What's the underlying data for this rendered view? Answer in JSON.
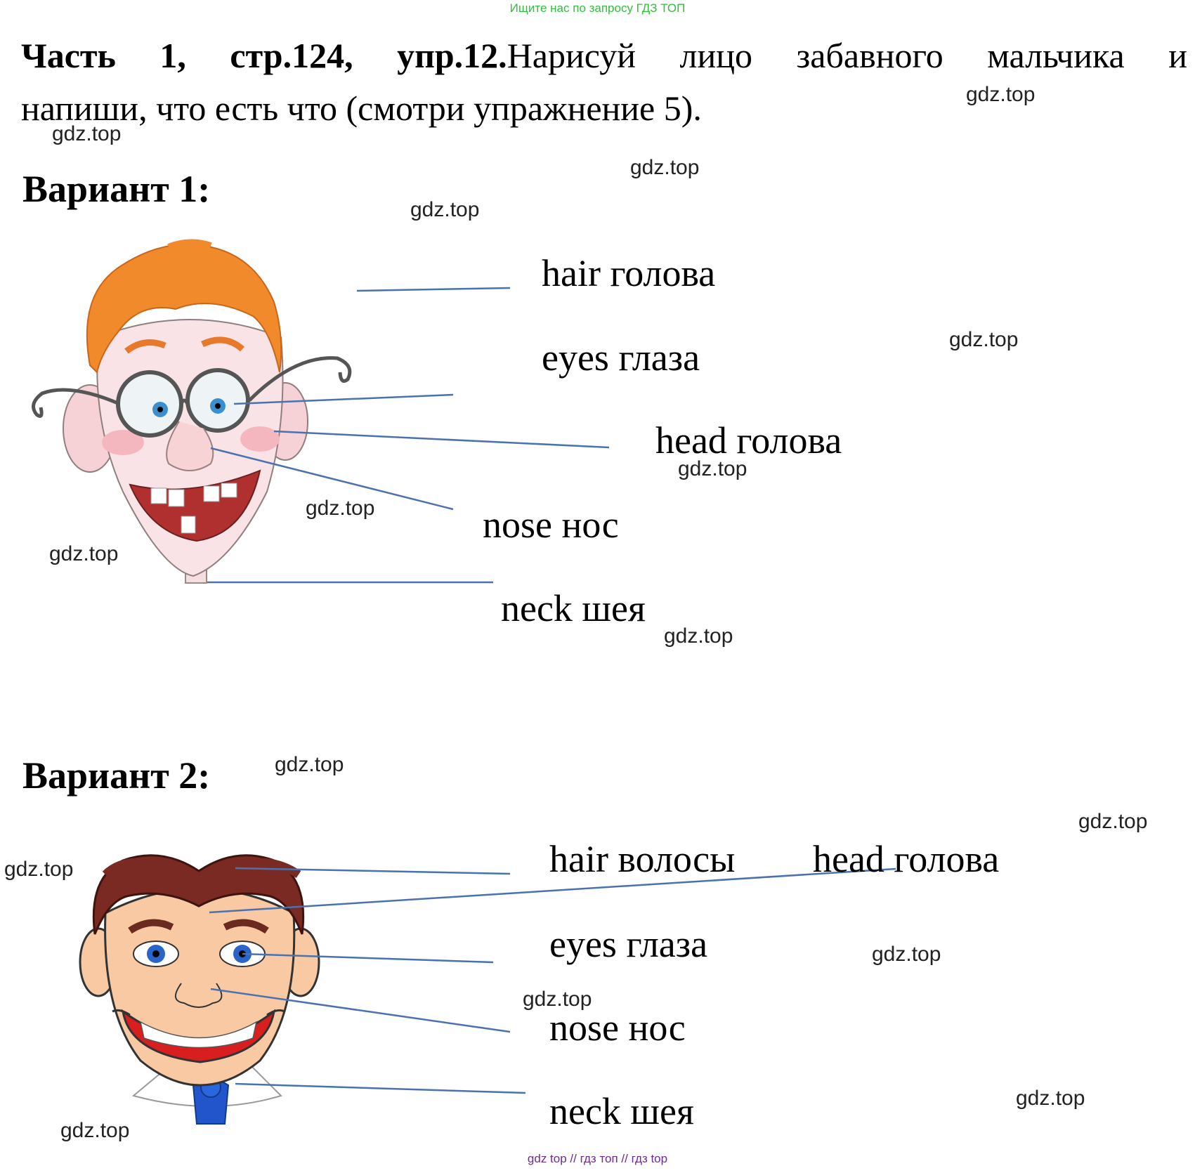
{
  "banner": "Ищите нас по запросу ГДЗ ТОП",
  "title": {
    "bold": "Часть 1, стр.124, упр.12.",
    "rest_line1": "Нарисуй лицо забавного мальчика и",
    "line2": "напиши, что есть что (смотри упражнение 5)."
  },
  "variant1": {
    "heading": "Вариант 1:",
    "labels": [
      "hair голова",
      "eyes глаза",
      "head голова",
      "nose нос",
      "neck шея"
    ]
  },
  "variant2": {
    "heading": "Вариант 2:",
    "labels": [
      "hair волосы",
      "head голова",
      "eyes глаза",
      "nose нос",
      "neck шея"
    ]
  },
  "watermark": "gdz.top",
  "footer": "gdz top  //  гдз топ  //  гдз top",
  "colors": {
    "pointer_line": "#4a72b0",
    "banner_text": "#2fbf3a",
    "footer_text": "#6a2c91",
    "boy1_hair": "#f08a2a",
    "boy2_hair": "#7a2a22",
    "boy2_tie": "#2255cc"
  }
}
